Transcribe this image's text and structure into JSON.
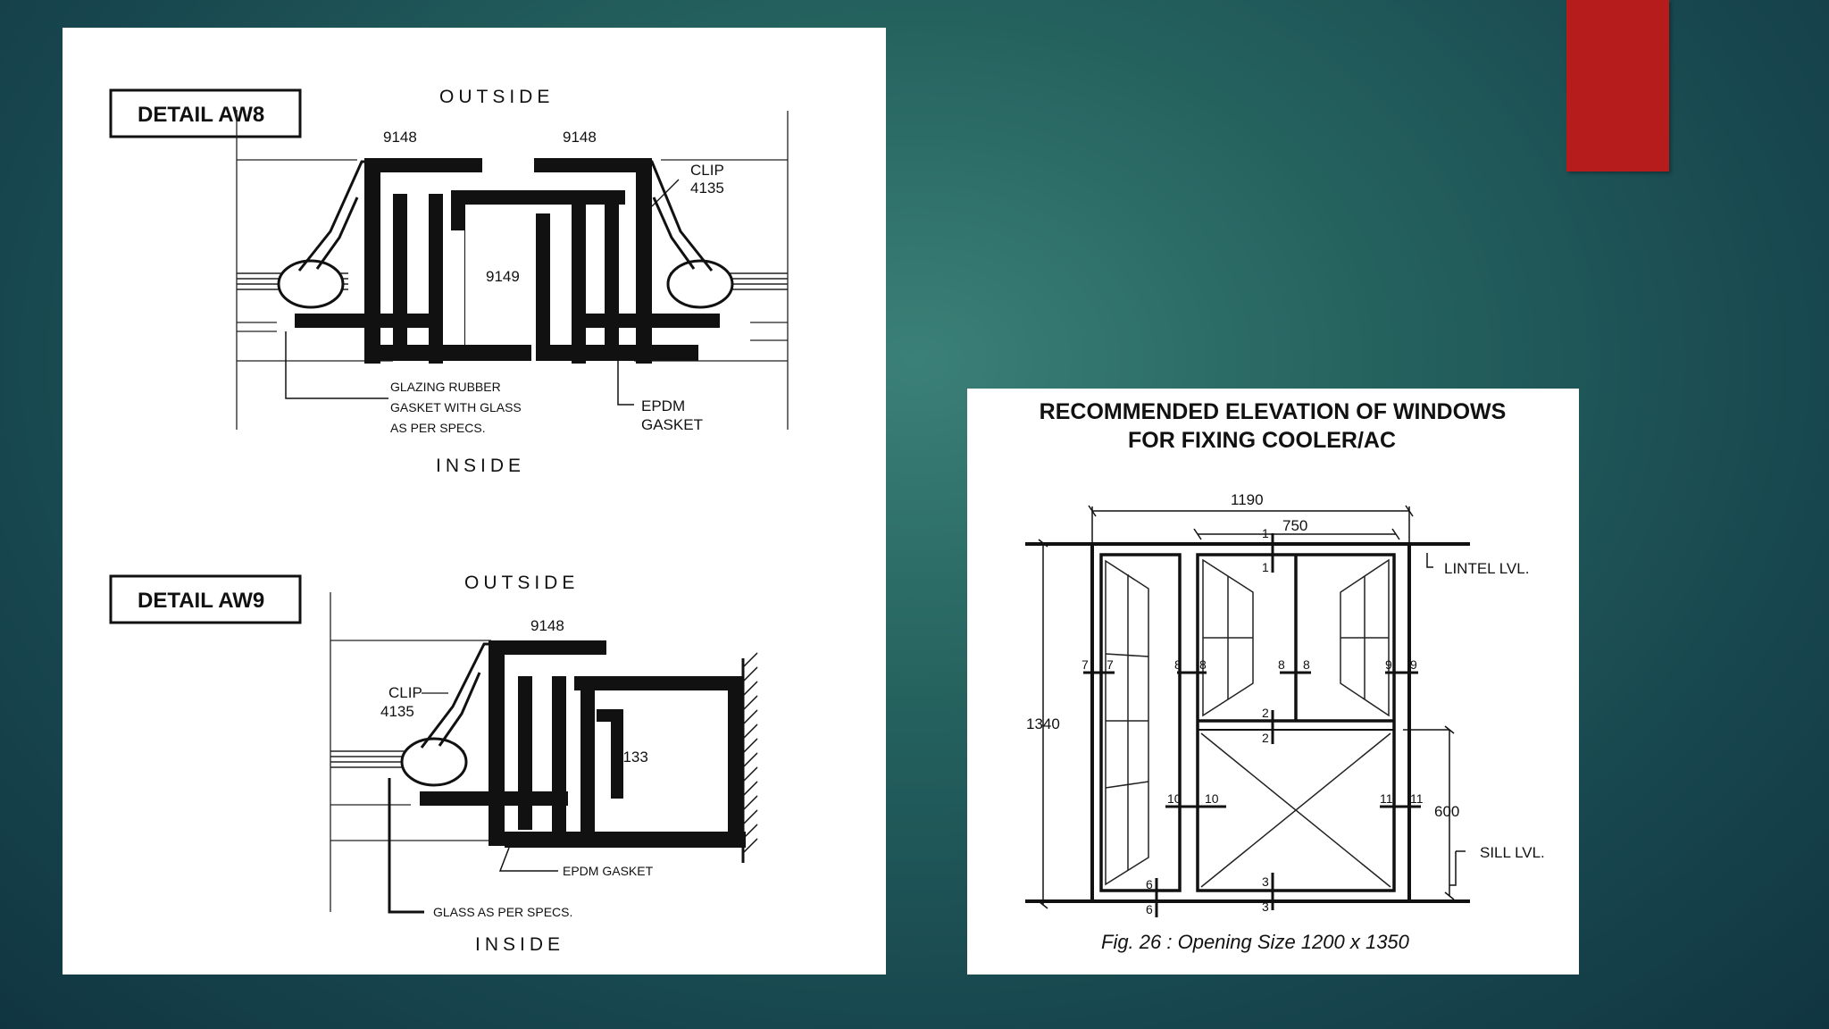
{
  "accent_color": "#b71c1c",
  "detail_aw8": {
    "label": "DETAIL AW8",
    "outside": "OUTSIDE",
    "inside": "INSIDE",
    "part_left": "9148",
    "part_right": "9148",
    "part_center": "9149",
    "clip_line1": "CLIP",
    "clip_line2": "4135",
    "glazing_line1": "GLAZING RUBBER",
    "glazing_line2": "GASKET WITH GLASS",
    "glazing_line3": "AS PER SPECS.",
    "epdm_line1": "EPDM",
    "epdm_line2": "GASKET"
  },
  "detail_aw9": {
    "label": "DETAIL AW9",
    "outside": "OUTSIDE",
    "inside": "INSIDE",
    "part_top": "9148",
    "part_inner": "4133",
    "clip_line1": "CLIP",
    "clip_line2": "4135",
    "epdm": "EPDM GASKET",
    "glass": "GLASS AS PER SPECS."
  },
  "elevation": {
    "title_line1": "RECOMMENDED ELEVATION OF WINDOWS",
    "title_line2": "FOR FIXING COOLER/AC",
    "dim_width": "1190",
    "dim_inner": "750",
    "dim_height": "1340",
    "dim_opening": "600",
    "lintel": "LINTEL LVL.",
    "sill": "SILL LVL.",
    "caption": "Fig. 26 : Opening Size 1200 x 1350",
    "section_marks": [
      "1",
      "1",
      "2",
      "2",
      "3",
      "3",
      "6",
      "6",
      "7",
      "7",
      "8",
      "8",
      "8",
      "8",
      "9",
      "9",
      "10",
      "10",
      "11",
      "11"
    ]
  }
}
